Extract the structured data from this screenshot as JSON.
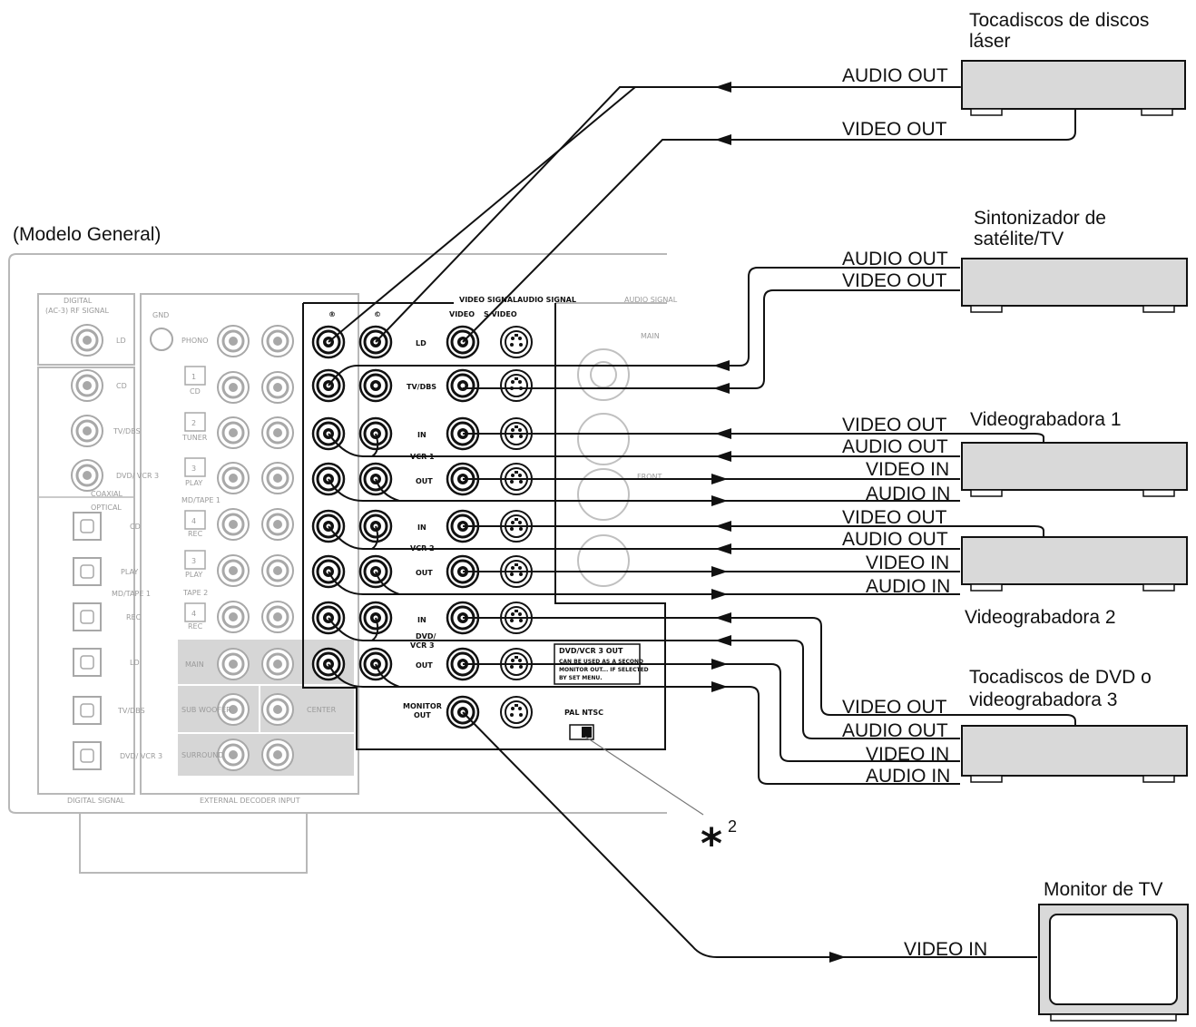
{
  "labels": {
    "model": "(Modelo General)",
    "ld_player": [
      "Tocadiscos de discos",
      "láser"
    ],
    "sat_tuner": [
      "Sintonizador de",
      "satélite/TV"
    ],
    "vcr1": "Videograbadora 1",
    "vcr2": "Videograbadora 2",
    "dvd": [
      "Tocadiscos de DVD o",
      "videograbadora 3"
    ],
    "monitor": "Monitor de TV",
    "note_star": "*",
    "note_num": "2"
  },
  "ports": {
    "audio_out": "AUDIO OUT",
    "video_out": "VIDEO OUT",
    "video_in": "VIDEO IN",
    "audio_in": "AUDIO IN"
  },
  "panel": {
    "digital": "DIGITAL",
    "ac3": "(AC-3) RF SIGNAL",
    "gnd": "GND",
    "phono": "PHONO",
    "video_signal": "VIDEO SIGNAL",
    "audio_signal": "AUDIO SIGNAL",
    "audio_signal2": "AUDIO SIGNAL",
    "video": "VIDEO",
    "s_video": "S VIDEO",
    "main": "MAIN",
    "front": "FRONT",
    "row_labels": [
      "LD",
      "TV/DBS",
      "IN",
      "OUT",
      "IN",
      "OUT",
      "IN",
      "OUT"
    ],
    "vcr1": "VCR 1",
    "vcr2": "VCR 2",
    "dvd_vcr3": [
      "DVD/",
      "VCR 3"
    ],
    "monitor_out": [
      "MONITOR",
      "OUT"
    ],
    "dvd_note": [
      "DVD/VCR 3 OUT",
      "CAN BE USED AS A SECOND",
      "MONITOR OUT... IF SELECTED",
      "BY SET MENU."
    ],
    "pal_ntsc": "PAL NTSC",
    "coax_labels": [
      "LD",
      "CD",
      "TV/DBS",
      "DVD/ VCR 3"
    ],
    "coaxial": "COAXIAL",
    "optical": "OPTICAL",
    "opt_labels": [
      "CD",
      "PLAY",
      "REC",
      "LD",
      "TV/DBS",
      "DVD/ VCR 3"
    ],
    "md_tape1": "MD/TAPE 1",
    "digital_signal": "DIGITAL SIGNAL",
    "ext_decoder": "EXTERNAL DECODER INPUT",
    "audio_rows": [
      "PHONO",
      "CD",
      "TUNER",
      "PLAY",
      "REC",
      "PLAY",
      "REC"
    ],
    "audio_nums": [
      "1",
      "2",
      "3",
      "4",
      "3",
      "4"
    ],
    "tape2": "TAPE 2",
    "mdtape1b": "MD/TAPE 1",
    "main2": "MAIN",
    "sub": "SUB WOOFER",
    "center": "CENTER",
    "surround": "SURROUND"
  }
}
